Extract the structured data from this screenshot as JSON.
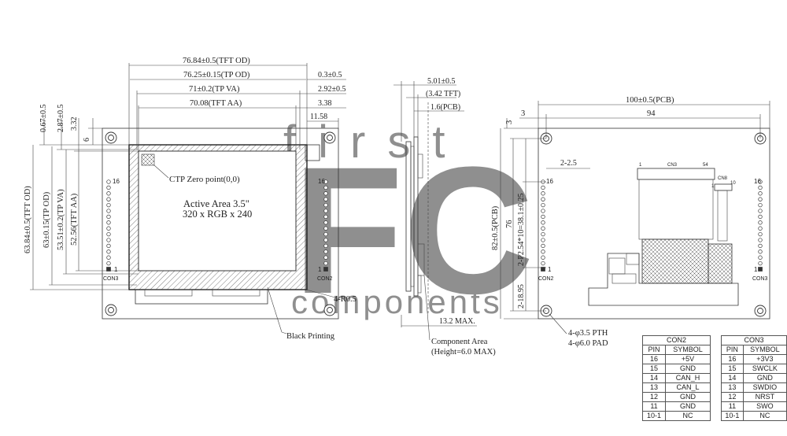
{
  "watermark": {
    "big": "FC",
    "top": "first",
    "bottom": "components",
    "color": "#8db6df"
  },
  "front_view": {
    "dims_top": [
      "76.84±0.5(TFT OD)",
      "76.25±0.15(TP OD)",
      "71±0.2(TP VA)",
      "70.08(TFT AA)"
    ],
    "dims_top_right": [
      "0.3±0.5",
      "2.92±0.5",
      "3.38",
      "11.58"
    ],
    "dims_left_small": [
      "0.67±0.5",
      "2.87±0.5",
      "3.32",
      "6"
    ],
    "dims_left_vertical": [
      "63.84±0.5(TFT OD)",
      "63±0.15(TP OD)",
      "53.51±0.2(TP VA)",
      "52.56(TFT AA)"
    ],
    "ctp_zero": "CTP Zero point(0,0)",
    "active_area_line1": "Active Area 3.5\"",
    "active_area_line2": "320 x RGB x 240",
    "radius": "4-R0.5",
    "black_printing": "Black Printing",
    "pin16_left": "16",
    "pin1_left": "1",
    "con_left": "CON3",
    "pin16_right": "16",
    "pin1_right": "1",
    "con_right": "CON2"
  },
  "side_view": {
    "dims": [
      "5.01±0.5",
      "(3.42 TFT)",
      "1.6(PCB)"
    ],
    "max": "13.2 MAX.",
    "component_area_line1": "Component Area",
    "component_area_line2": "(Height=6.0 MAX)"
  },
  "back_view": {
    "dim_width": "100±0.5(PCB)",
    "dim_inner": "94",
    "dim_3_top": "3",
    "dim_3_left": "3",
    "dim_pitch_h": "2-2.5",
    "dim_height": "82±0.5(PCB)",
    "dim_76": "76",
    "dim_2_95": "2-18.95",
    "dim_pins": "2-P2.54*10=38.1±0.25",
    "holes_line1": "4-φ3.5 PTH",
    "holes_line2": "4-φ6.0 PAD",
    "cn3_label": "CN3",
    "cn3_pin1": "1",
    "cn3_pin54": "54",
    "cn8_label": "CN8",
    "cn8_pin1": "1",
    "cn8_pin10": "10",
    "pin16_left": "16",
    "pin1_left": "1",
    "con_left": "CON2",
    "pin16_right": "16",
    "pin1_right": "1",
    "con_right": "CON3"
  },
  "tables": {
    "con2": {
      "title": "CON2",
      "header": [
        "PIN",
        "SYMBOL"
      ],
      "rows": [
        [
          "16",
          "+5V"
        ],
        [
          "15",
          "GND"
        ],
        [
          "14",
          "CAN_H"
        ],
        [
          "13",
          "CAN_L"
        ],
        [
          "12",
          "GND"
        ],
        [
          "11",
          "GND"
        ],
        [
          "10-1",
          "NC"
        ]
      ]
    },
    "con3": {
      "title": "CON3",
      "header": [
        "PIN",
        "SYMBOL"
      ],
      "rows": [
        [
          "16",
          "+3V3"
        ],
        [
          "15",
          "SWCLK"
        ],
        [
          "14",
          "GND"
        ],
        [
          "13",
          "SWDIO"
        ],
        [
          "12",
          "NRST"
        ],
        [
          "11",
          "SWO"
        ],
        [
          "10-1",
          "NC"
        ]
      ]
    }
  }
}
